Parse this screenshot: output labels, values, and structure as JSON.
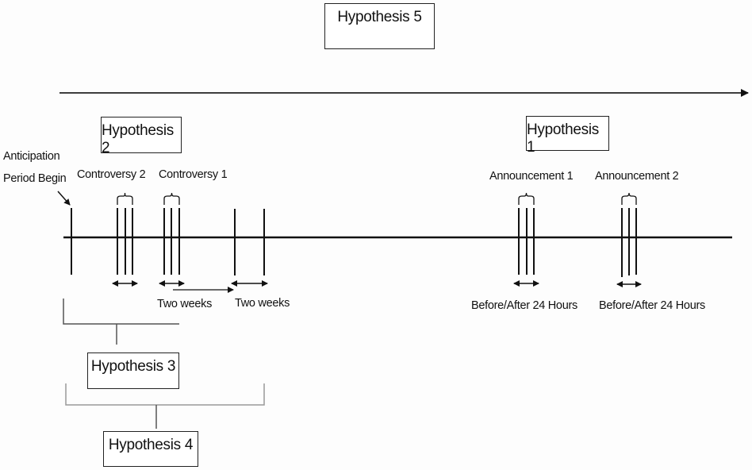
{
  "diagram": {
    "type": "timeline",
    "hypotheses": {
      "h1": "Hypothesis 1",
      "h2": "Hypothesis 2",
      "h3": "Hypothesis 3",
      "h4": "Hypothesis 4",
      "h5": "Hypothesis 5"
    },
    "events": {
      "anticipation_line1": "Anticipation",
      "anticipation_line2": "Period Begin",
      "controversy2": "Controversy 2",
      "controversy1": "Controversy 1",
      "announcement1": "Announcement 1",
      "announcement2": "Announcement 2"
    },
    "windows": {
      "two_weeks_1": "Two weeks",
      "two_weeks_2": "Two weeks",
      "before_after_1": "Before/After 24 Hours",
      "before_after_2": "Before/After 24 Hours"
    },
    "colors": {
      "line": "#111111",
      "bracket": "#555555",
      "background": "#fdfdfd"
    }
  }
}
